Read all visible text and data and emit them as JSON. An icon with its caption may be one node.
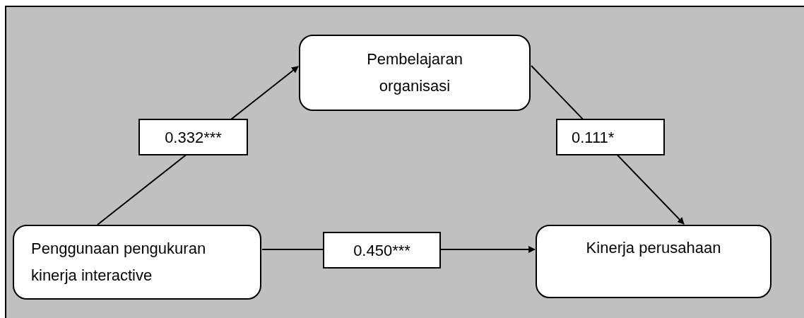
{
  "diagram": {
    "nodes": [
      {
        "text": [
          "Pembelajaran organisasi"
        ]
      },
      {
        "text": [
          "Penggunaan pengukuran kinerja interactive"
        ]
      },
      {
        "text": [
          "Kinerja perusahaan"
        ]
      }
    ],
    "edges": [
      {
        "from": 1,
        "to": 0,
        "arrow": "to",
        "label": "0.332***"
      },
      {
        "from": 0,
        "to": 2,
        "arrow": "to",
        "label": "0.111*"
      },
      {
        "from": 1,
        "to": 2,
        "arrow": "to",
        "label": "0.450***"
      }
    ]
  }
}
